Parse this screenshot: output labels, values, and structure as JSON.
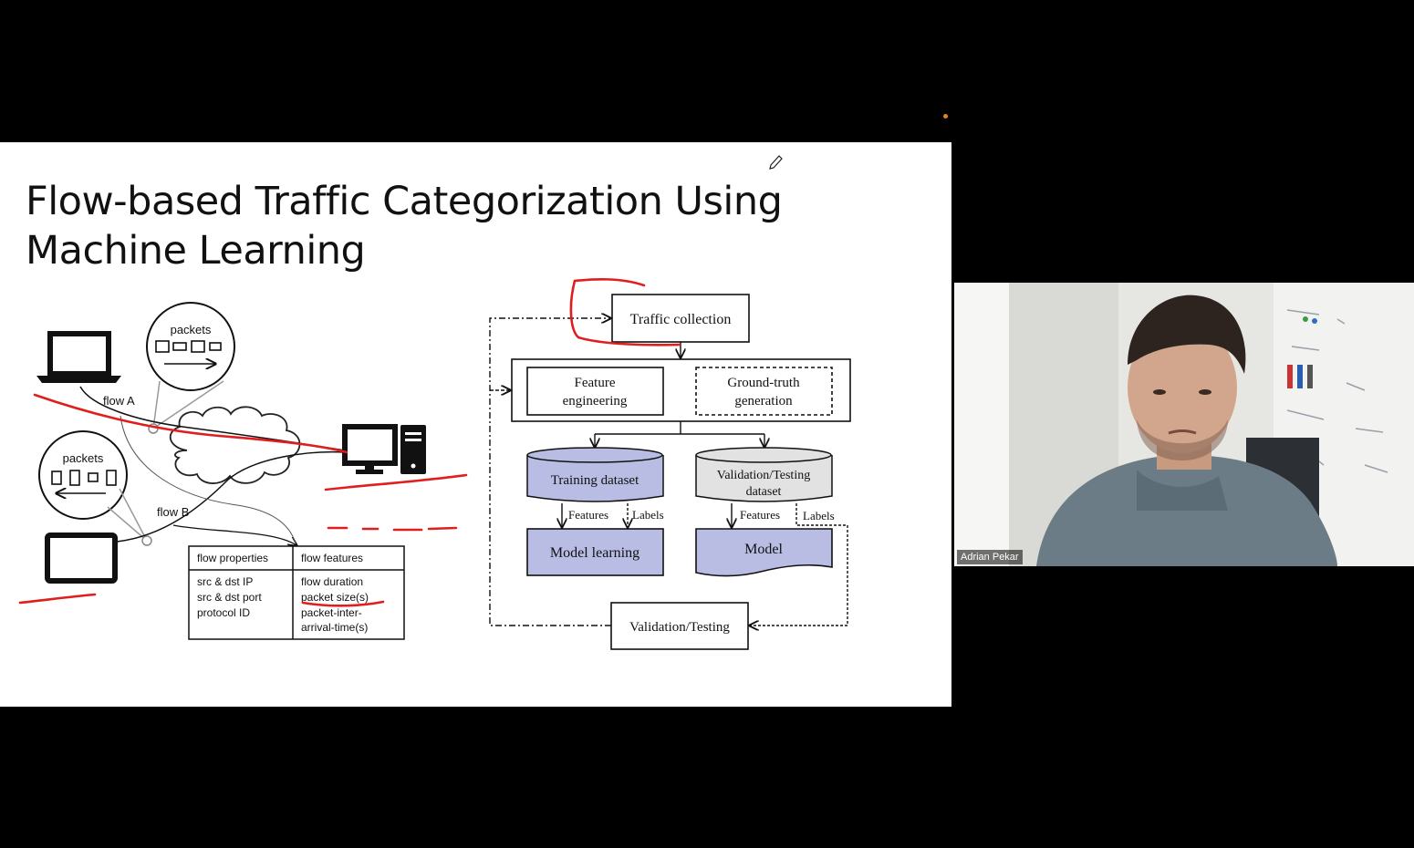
{
  "slide": {
    "title": "Flow-based Traffic Categorization Using\nMachine Learning",
    "left_figure": {
      "packets_label_top": "packets",
      "packets_label_bottom": "packets",
      "flow_a": "flow A",
      "flow_b": "flow B",
      "table": {
        "headers": [
          "flow properties",
          "flow features"
        ],
        "properties": [
          "src & dst IP",
          "src & dst port",
          "protocol ID"
        ],
        "features": [
          "flow duration",
          "packet size(s)",
          "packet-inter-",
          "arrival-time(s)"
        ]
      }
    },
    "pipeline": {
      "traffic_collection": "Traffic collection",
      "feature_engineering": [
        "Feature",
        "engineering"
      ],
      "ground_truth": [
        "Ground-truth",
        "generation"
      ],
      "training_dataset": "Training dataset",
      "validation_dataset": [
        "Validation/Testing",
        "dataset"
      ],
      "features_label_1": "Features",
      "labels_label_1": "Labels",
      "features_label_2": "Features",
      "labels_label_2": "Labels",
      "model_learning": "Model learning",
      "model": "Model",
      "validation_testing": "Validation/Testing"
    }
  },
  "webcam": {
    "participant_name": "Adrian Pekar"
  },
  "colors": {
    "annotation_red": "#e01e1e",
    "box_blue": "#b9bde3",
    "box_gray": "#e2e2e2",
    "indicator_orange": "#e8821e"
  },
  "icons": [
    "pencil-cursor-icon",
    "laptop-icon",
    "desktop-computer-icon",
    "tablet-icon",
    "cloud-icon"
  ]
}
